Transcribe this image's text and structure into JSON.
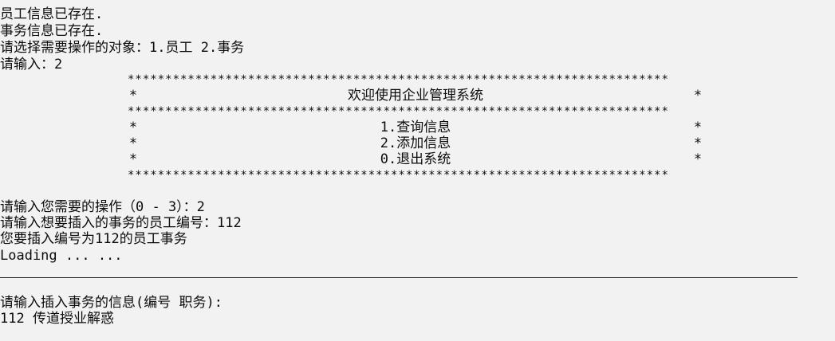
{
  "console": {
    "lines_top": [
      "员工信息已存在.",
      "事务信息已存在.",
      "请选择需要操作的对象：1.员工 2.事务",
      "请输入：2"
    ],
    "menu": {
      "border": "************************************************************************",
      "edge_char": "*",
      "title": "欢迎使用企业管理系统",
      "items": [
        "1.查询信息",
        "2.添加信息",
        "0.退出系统"
      ]
    },
    "lines_after_menu": [
      "请输入您需要的操作（0 - 3）：2",
      "请输入想要插入的事务的员工编号：112",
      "您要插入编号为112的员工事务",
      "Loading ... ..."
    ],
    "lines_after_divider": [
      "请输入插入事务的信息(编号 职务):",
      "112 传道授业解惑"
    ]
  }
}
